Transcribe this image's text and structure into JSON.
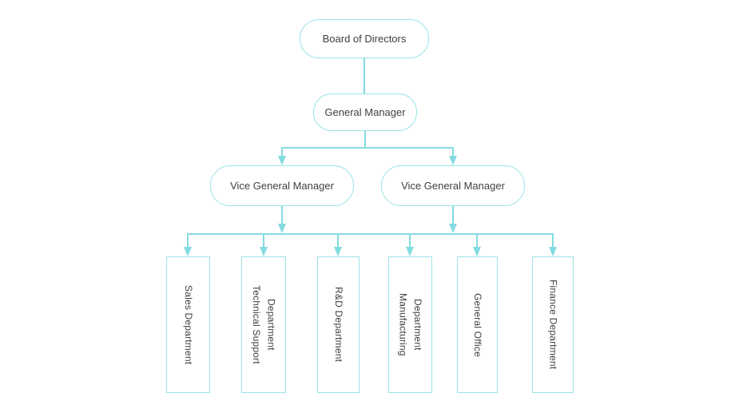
{
  "diagram": {
    "type": "org-chart",
    "background_color": "#ffffff",
    "accent_line_color": "#84dbe1",
    "node_border_color": "#9ce2e7",
    "text_color": "#3f3f3f",
    "nodes": {
      "board": {
        "label": "Board of Directors",
        "shape": "rounded-rect"
      },
      "general_manager": {
        "label": "General Manager",
        "shape": "rounded-rect"
      },
      "vice_left": {
        "label": "Vice General Manager",
        "shape": "rounded-rect"
      },
      "vice_right": {
        "label": "Vice General Manager",
        "shape": "rounded-rect"
      },
      "departments": [
        {
          "label": "Sales Department",
          "shape": "rect",
          "text_rotation": "vertical"
        },
        {
          "label": "Technical Support Department",
          "shape": "rect",
          "text_rotation": "vertical"
        },
        {
          "label": "R&D Department",
          "shape": "rect",
          "text_rotation": "vertical"
        },
        {
          "label": "Manufacturing Department",
          "shape": "rect",
          "text_rotation": "vertical"
        },
        {
          "label": "General Office",
          "shape": "rect",
          "text_rotation": "vertical"
        },
        {
          "label": "Finance Department",
          "shape": "rect",
          "text_rotation": "vertical"
        }
      ]
    },
    "edges": [
      {
        "from": "Board of Directors",
        "to": "General Manager",
        "arrow": false
      },
      {
        "from": "General Manager",
        "to": "Vice General Manager (left)",
        "arrow": true
      },
      {
        "from": "General Manager",
        "to": "Vice General Manager (right)",
        "arrow": true
      },
      {
        "from": "Vice General Manager (left)",
        "to": "department bus",
        "arrow": true
      },
      {
        "from": "Vice General Manager (right)",
        "to": "department bus",
        "arrow": true
      },
      {
        "from": "department bus",
        "to": "Sales Department",
        "arrow": true
      },
      {
        "from": "department bus",
        "to": "Technical Support Department",
        "arrow": true
      },
      {
        "from": "department bus",
        "to": "R&D Department",
        "arrow": true
      },
      {
        "from": "department bus",
        "to": "Manufacturing Department",
        "arrow": true
      },
      {
        "from": "department bus",
        "to": "General Office",
        "arrow": true
      },
      {
        "from": "department bus",
        "to": "Finance Department",
        "arrow": true
      }
    ]
  }
}
